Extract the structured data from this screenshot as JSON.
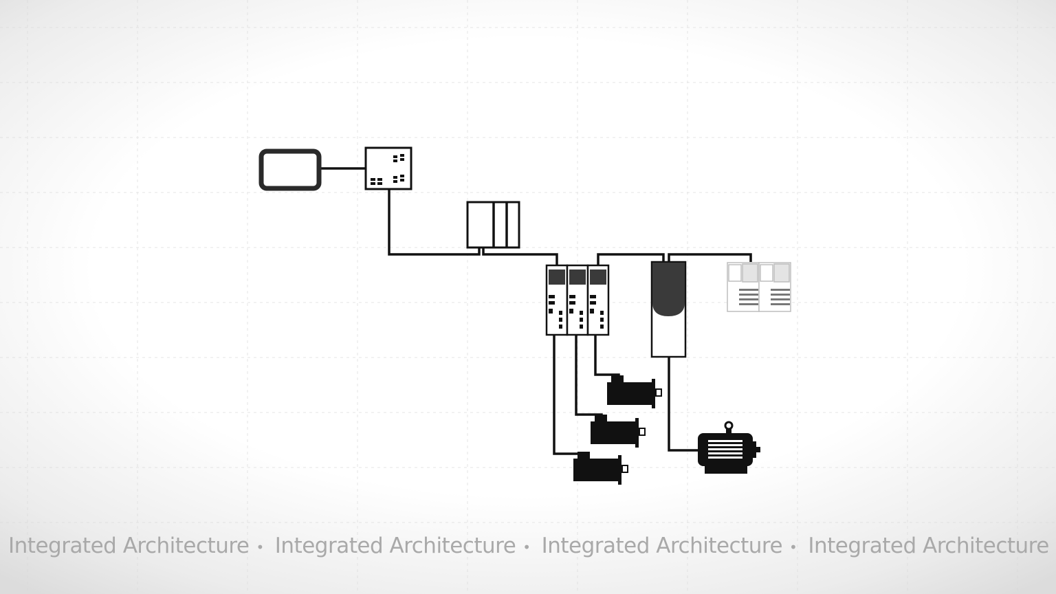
{
  "colors": {
    "line": "#111111",
    "screen": "#3a3a3a",
    "io": "#bdbdbd",
    "footer_text": "#a9a9a9"
  },
  "diagram": {
    "nodes": [
      {
        "id": "hmi",
        "icon": "hmi-panel-icon"
      },
      {
        "id": "switch",
        "icon": "ethernet-switch-icon"
      },
      {
        "id": "controller",
        "icon": "plc-controller-rack-icon"
      },
      {
        "id": "servo-drives",
        "icon": "servo-drive-icon",
        "count": 3
      },
      {
        "id": "vfd",
        "icon": "variable-frequency-drive-icon"
      },
      {
        "id": "io",
        "icon": "io-module-icon",
        "count": 2
      },
      {
        "id": "servo-motors",
        "icon": "servo-motor-icon",
        "count": 3
      },
      {
        "id": "induction-motor",
        "icon": "induction-motor-icon"
      }
    ]
  },
  "footer": {
    "items": [
      "Integrated Architecture",
      "Integrated Architecture",
      "Integrated Architecture",
      "Integrated Architecture"
    ],
    "separator": "•"
  }
}
